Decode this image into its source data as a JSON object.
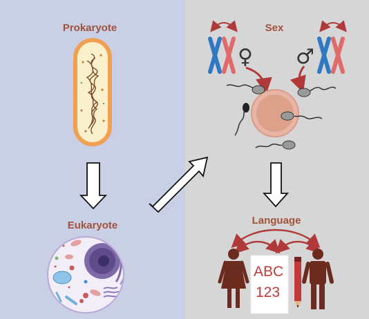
{
  "stages": {
    "prokaryote": "Prokaryote",
    "eukaryote": "Eukaryote",
    "sex": "Sex",
    "language": "Language"
  },
  "language_card": {
    "line1": "ABC",
    "line2": "123"
  },
  "symbols": {
    "female": "♀",
    "male": "♂"
  },
  "colors": {
    "left_panel": "#c9d0e6",
    "right_panel": "#d6d6d6",
    "label": "#a0523a",
    "arrow_red": "#b03a3a",
    "person": "#6b2b1f"
  }
}
